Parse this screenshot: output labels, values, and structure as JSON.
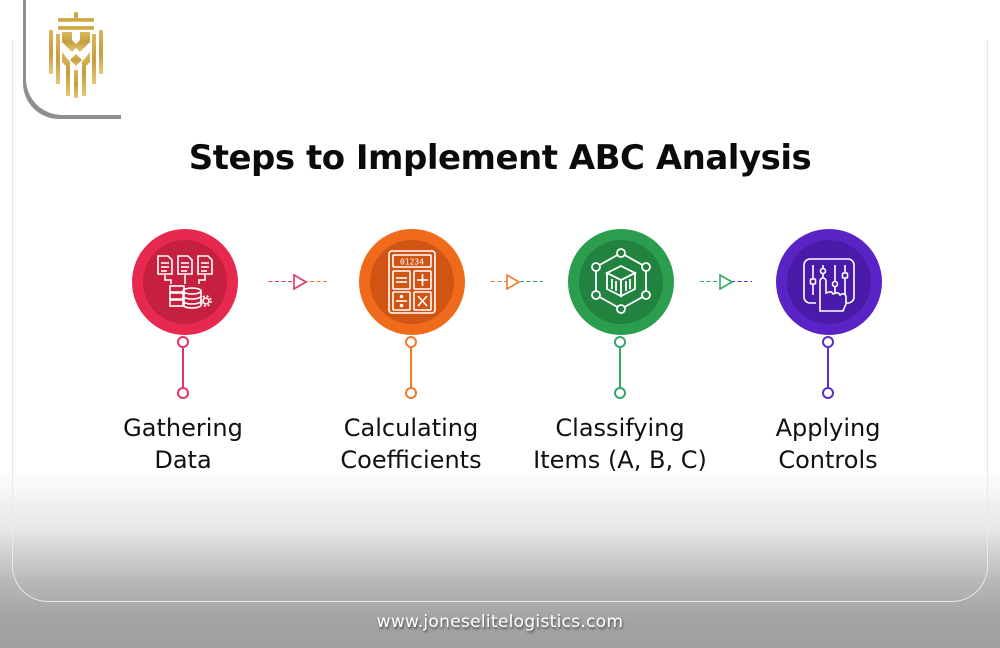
{
  "brand": {
    "logo": "crowned-lion-monogram-icon",
    "logo_color": "#c9a54a"
  },
  "title": "Steps to Implement ABC Analysis",
  "steps": [
    {
      "label_line1": "Gathering",
      "label_line2": "Data",
      "icon": "documents-to-database-icon",
      "color_outer": "#e8294f",
      "color_inner": "#c5203f",
      "color_line": "#e03566"
    },
    {
      "label_line1": "Calculating",
      "label_line2": "Coefficients",
      "icon": "calculator-icon",
      "color_outer": "#f06a1c",
      "color_inner": "#d05414",
      "color_line": "#ee7a2c"
    },
    {
      "label_line1": "Classifying",
      "label_line2": "Items (A, B, C)",
      "icon": "network-cube-icon",
      "color_outer": "#2a9d4e",
      "color_inner": "#22823f",
      "color_line": "#33a865"
    },
    {
      "label_line1": "Applying",
      "label_line2": "Controls",
      "icon": "control-sliders-hand-icon",
      "color_outer": "#5a23c6",
      "color_inner": "#4a1aa8",
      "color_line": "#5d2bc9"
    }
  ],
  "footer": {
    "website": "www.joneselitelogistics.com"
  }
}
